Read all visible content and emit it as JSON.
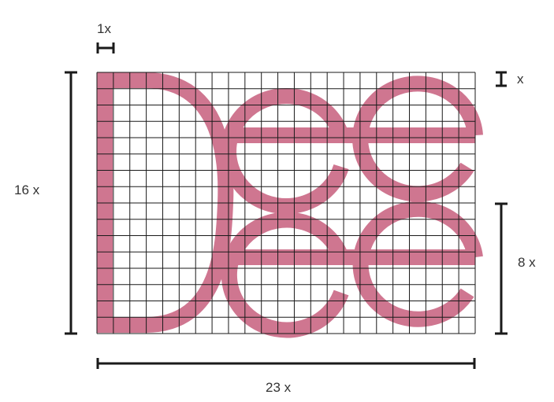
{
  "grid": {
    "columns": 23,
    "rows": 16
  },
  "labels": {
    "unit": "1x",
    "stroke_unit": "x",
    "height": "16 x",
    "half_height": "8 x",
    "width": "23 x"
  },
  "colors": {
    "letterform": "#cf7690",
    "grid_line": "#1a1a1a",
    "dimension_line": "#1a1a1a",
    "text": "#333333",
    "background": "#ffffff"
  }
}
